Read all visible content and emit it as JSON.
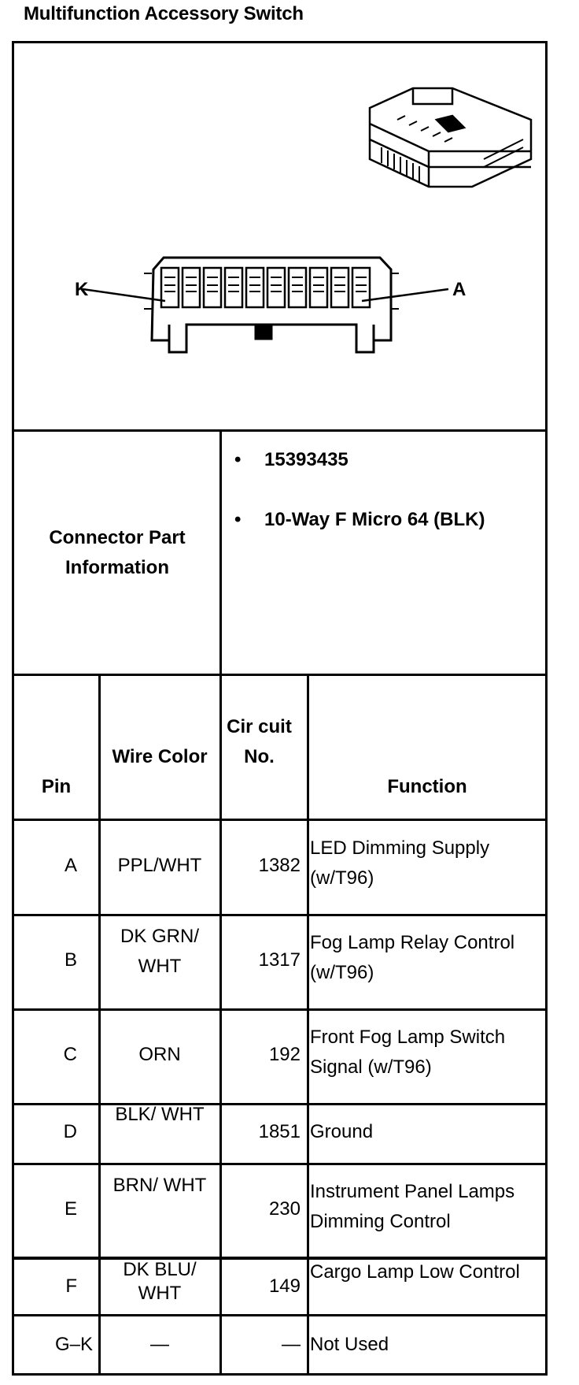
{
  "title": "Multifunction Accessory Switch",
  "connector": {
    "label_left": "K",
    "label_right": "A"
  },
  "connector_part_info": {
    "label": "Connector Part Information",
    "part_number": "15393435",
    "description": "10-Way F Micro 64 (BLK)"
  },
  "table": {
    "headers": {
      "pin": "Pin",
      "wire_color": "Wire Color",
      "circuit": "Cir cuit No.",
      "function": "Function"
    },
    "rows": [
      {
        "pin": "A",
        "wire_color": "PPL/WHT",
        "circuit": "1382",
        "function": "LED Dimming Supply (w/T96)"
      },
      {
        "pin": "B",
        "wire_color": "DK GRN/ WHT",
        "circuit": "1317",
        "function": "Fog Lamp Relay Control (w/T96)"
      },
      {
        "pin": "C",
        "wire_color": "ORN",
        "circuit": "192",
        "function": "Front Fog Lamp Switch Signal (w/T96)"
      },
      {
        "pin": "D",
        "wire_color": "BLK/ WHT",
        "circuit": "1851",
        "function": "Ground"
      },
      {
        "pin": "E",
        "wire_color": "BRN/ WHT",
        "circuit": "230",
        "function": "Instrument Panel Lamps Dimming Control"
      },
      {
        "pin": "F",
        "wire_color": "DK BLU/ WHT",
        "circuit": "149",
        "function": "Cargo Lamp Low Control"
      },
      {
        "pin": "G–K",
        "wire_color": "—",
        "circuit": "—",
        "function": "Not Used"
      }
    ]
  }
}
